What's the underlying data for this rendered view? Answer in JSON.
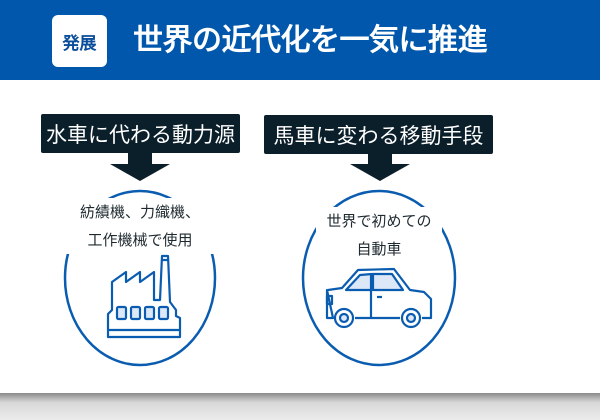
{
  "header": {
    "badge": "発展",
    "title": "世界の近代化を一気に推進"
  },
  "left": {
    "label": "水車に代わる動力源",
    "caption_lines": [
      "紡績機、力織機、",
      "工作機械で使用"
    ],
    "icon": "factory-icon"
  },
  "right": {
    "label": "馬車に変わる移動手段",
    "caption_lines": [
      "世界で初めての",
      "自動車"
    ],
    "icon": "car-icon"
  },
  "colors": {
    "brand": "#0057ab",
    "label_bg": "#0b1f2b",
    "icon_fill": "#dce8f7"
  }
}
